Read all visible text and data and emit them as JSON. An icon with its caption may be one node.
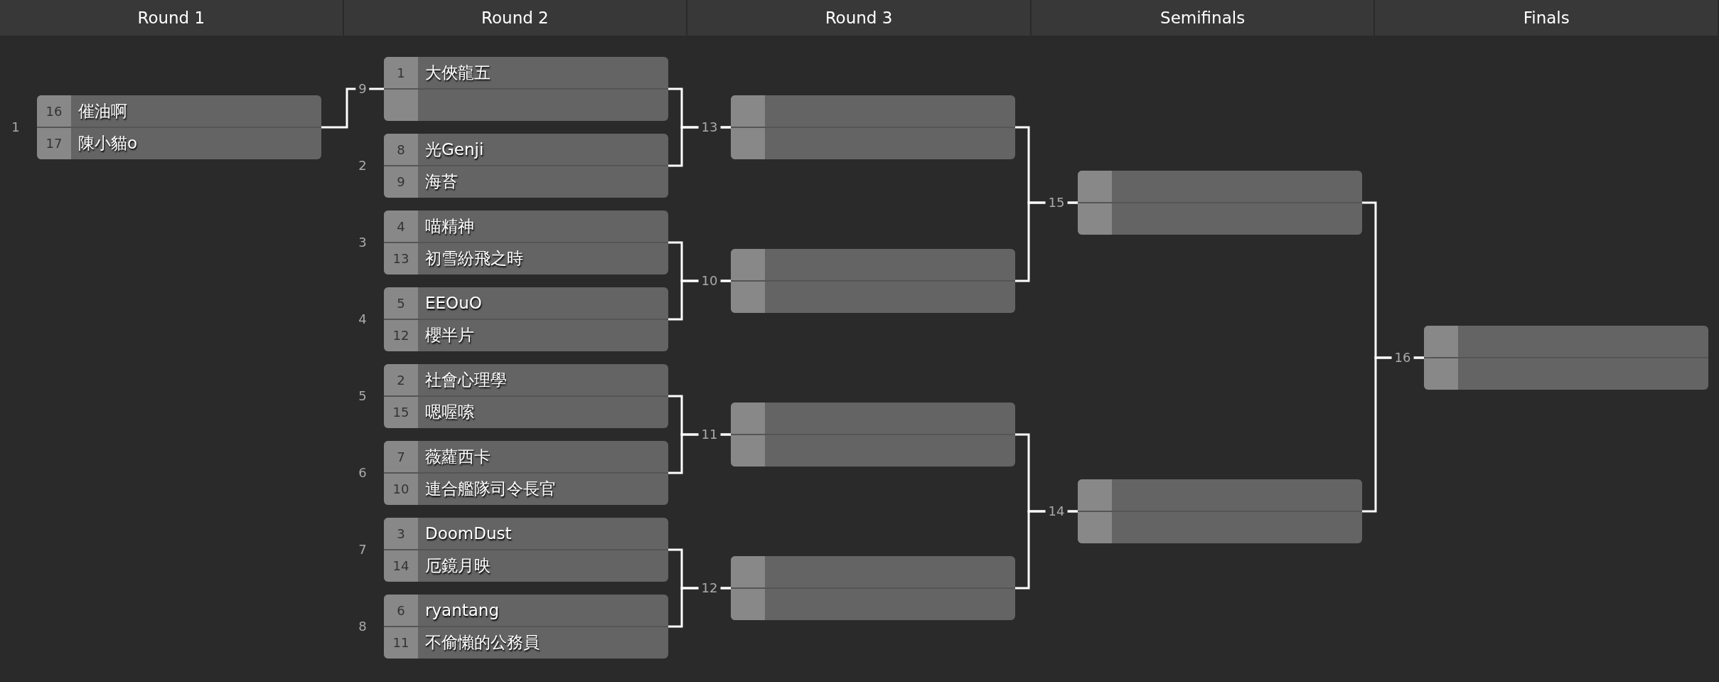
{
  "diagram": {
    "nodes": [
      {
        "text": [
          "16",
          "催油啊",
          "17",
          "陳小貓o"
        ],
        "beside": [
          "1"
        ]
      },
      {
        "text": [
          "1",
          "大俠龍五"
        ],
        "beside": [
          "9"
        ]
      },
      {
        "text": [
          "8",
          "光Genji",
          "9",
          "海苔"
        ],
        "beside": [
          "2"
        ]
      },
      {
        "text": [
          "4",
          "喵精神",
          "13",
          "初雪紛飛之時"
        ],
        "beside": [
          "3"
        ]
      },
      {
        "text": [
          "5",
          "EEOuO",
          "12",
          "櫻半片"
        ],
        "beside": [
          "4"
        ]
      },
      {
        "text": [
          "2",
          "社會心理學",
          "15",
          "嗯喔嗦"
        ],
        "beside": [
          "5"
        ]
      },
      {
        "text": [
          "7",
          "薇蘿西卡",
          "10",
          "連合艦隊司令長官"
        ],
        "beside": [
          "6"
        ]
      },
      {
        "text": [
          "3",
          "DoomDust",
          "14",
          "厄鏡月映"
        ],
        "beside": [
          "7"
        ]
      },
      {
        "text": [
          "6",
          "ryantang",
          "11",
          "不偷懶的公務員"
        ],
        "beside": [
          "8"
        ]
      },
      {
        "text": [],
        "shape": "box",
        "beside": [
          "13"
        ]
      },
      {
        "text": [],
        "shape": "box",
        "beside": [
          "10"
        ]
      },
      {
        "text": [],
        "shape": "box",
        "beside": [
          "11"
        ]
      },
      {
        "text": [],
        "shape": "box",
        "beside": [
          "12"
        ]
      },
      {
        "text": [],
        "shape": "box",
        "beside": [
          "15"
        ]
      },
      {
        "text": [],
        "shape": "box",
        "beside": [
          "14"
        ]
      },
      {
        "text": [],
        "shape": "box",
        "beside": [
          "16"
        ]
      }
    ],
    "edges": [
      {
        "from": 0,
        "to": 1,
        "arrow": "none"
      },
      {
        "from": 1,
        "to": 9,
        "arrow": "none"
      },
      {
        "from": 2,
        "to": 9,
        "arrow": "none"
      },
      {
        "from": 3,
        "to": 10,
        "arrow": "none"
      },
      {
        "from": 4,
        "to": 10,
        "arrow": "none"
      },
      {
        "from": 5,
        "to": 11,
        "arrow": "none"
      },
      {
        "from": 6,
        "to": 11,
        "arrow": "none"
      },
      {
        "from": 7,
        "to": 12,
        "arrow": "none"
      },
      {
        "from": 8,
        "to": 12,
        "arrow": "none"
      },
      {
        "from": 9,
        "to": 13,
        "arrow": "none"
      },
      {
        "from": 10,
        "to": 13,
        "arrow": "none"
      },
      {
        "from": 11,
        "to": 14,
        "arrow": "none"
      },
      {
        "from": 12,
        "to": 14,
        "arrow": "none"
      },
      {
        "from": 13,
        "to": 15,
        "arrow": "none"
      },
      {
        "from": 14,
        "to": 15,
        "arrow": "none"
      }
    ],
    "labels": [
      "Round 1",
      "Round 2",
      "Round 3",
      "Semifinals",
      "Finals"
    ]
  }
}
